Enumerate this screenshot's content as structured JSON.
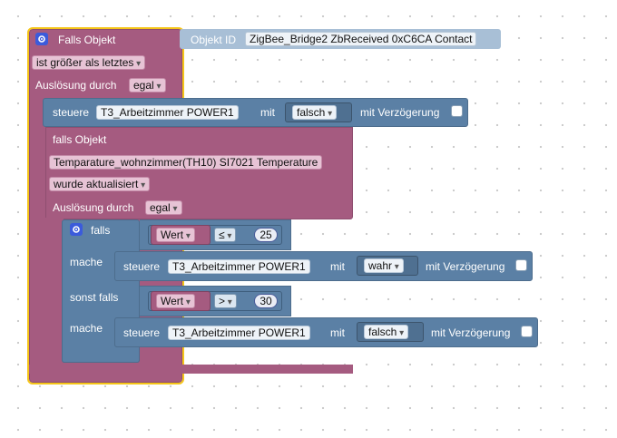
{
  "outer_trigger": {
    "title": "Falls Objekt",
    "object_label": "Objekt ID",
    "object_id": "ZigBee_Bridge2 ZbReceived 0xC6CA  Contact",
    "condition": "ist größer als letztes",
    "trigger_label": "Auslösung durch",
    "trigger_value": "egal"
  },
  "control_top": {
    "label": "steuere",
    "target": "T3_Arbeitzimmer  POWER1",
    "with_label": "mit",
    "value": "falsch",
    "delay_label": "mit Verzögerung"
  },
  "inner_trigger": {
    "title": "falls Objekt",
    "object": "Temparature_wohnzimmer(TH10) SI7021  Temperature",
    "condition": "wurde aktualisiert",
    "trigger_label": "Auslösung durch",
    "trigger_value": "egal"
  },
  "if_block": {
    "if_label": "falls",
    "do_label": "mache",
    "else_if_label": "sonst falls",
    "do2_label": "mache",
    "cond1": {
      "var": "Wert",
      "op": "≤",
      "num": "25"
    },
    "cond2": {
      "var": "Wert",
      "op": ">",
      "num": "30"
    }
  },
  "control_do1": {
    "label": "steuere",
    "target": "T3_Arbeitzimmer  POWER1",
    "with_label": "mit",
    "value": "wahr",
    "delay_label": "mit Verzögerung"
  },
  "control_do2": {
    "label": "steuere",
    "target": "T3_Arbeitzimmer  POWER1",
    "with_label": "mit",
    "value": "falsch",
    "delay_label": "mit Verzögerung"
  },
  "icons": {
    "settings": "gear-icon",
    "dropdown": "chevron-down-icon"
  },
  "colors": {
    "event": "#a55b80",
    "logic": "#5b80a5",
    "selected": "#f5c518",
    "gear": "#3b5bdb"
  }
}
